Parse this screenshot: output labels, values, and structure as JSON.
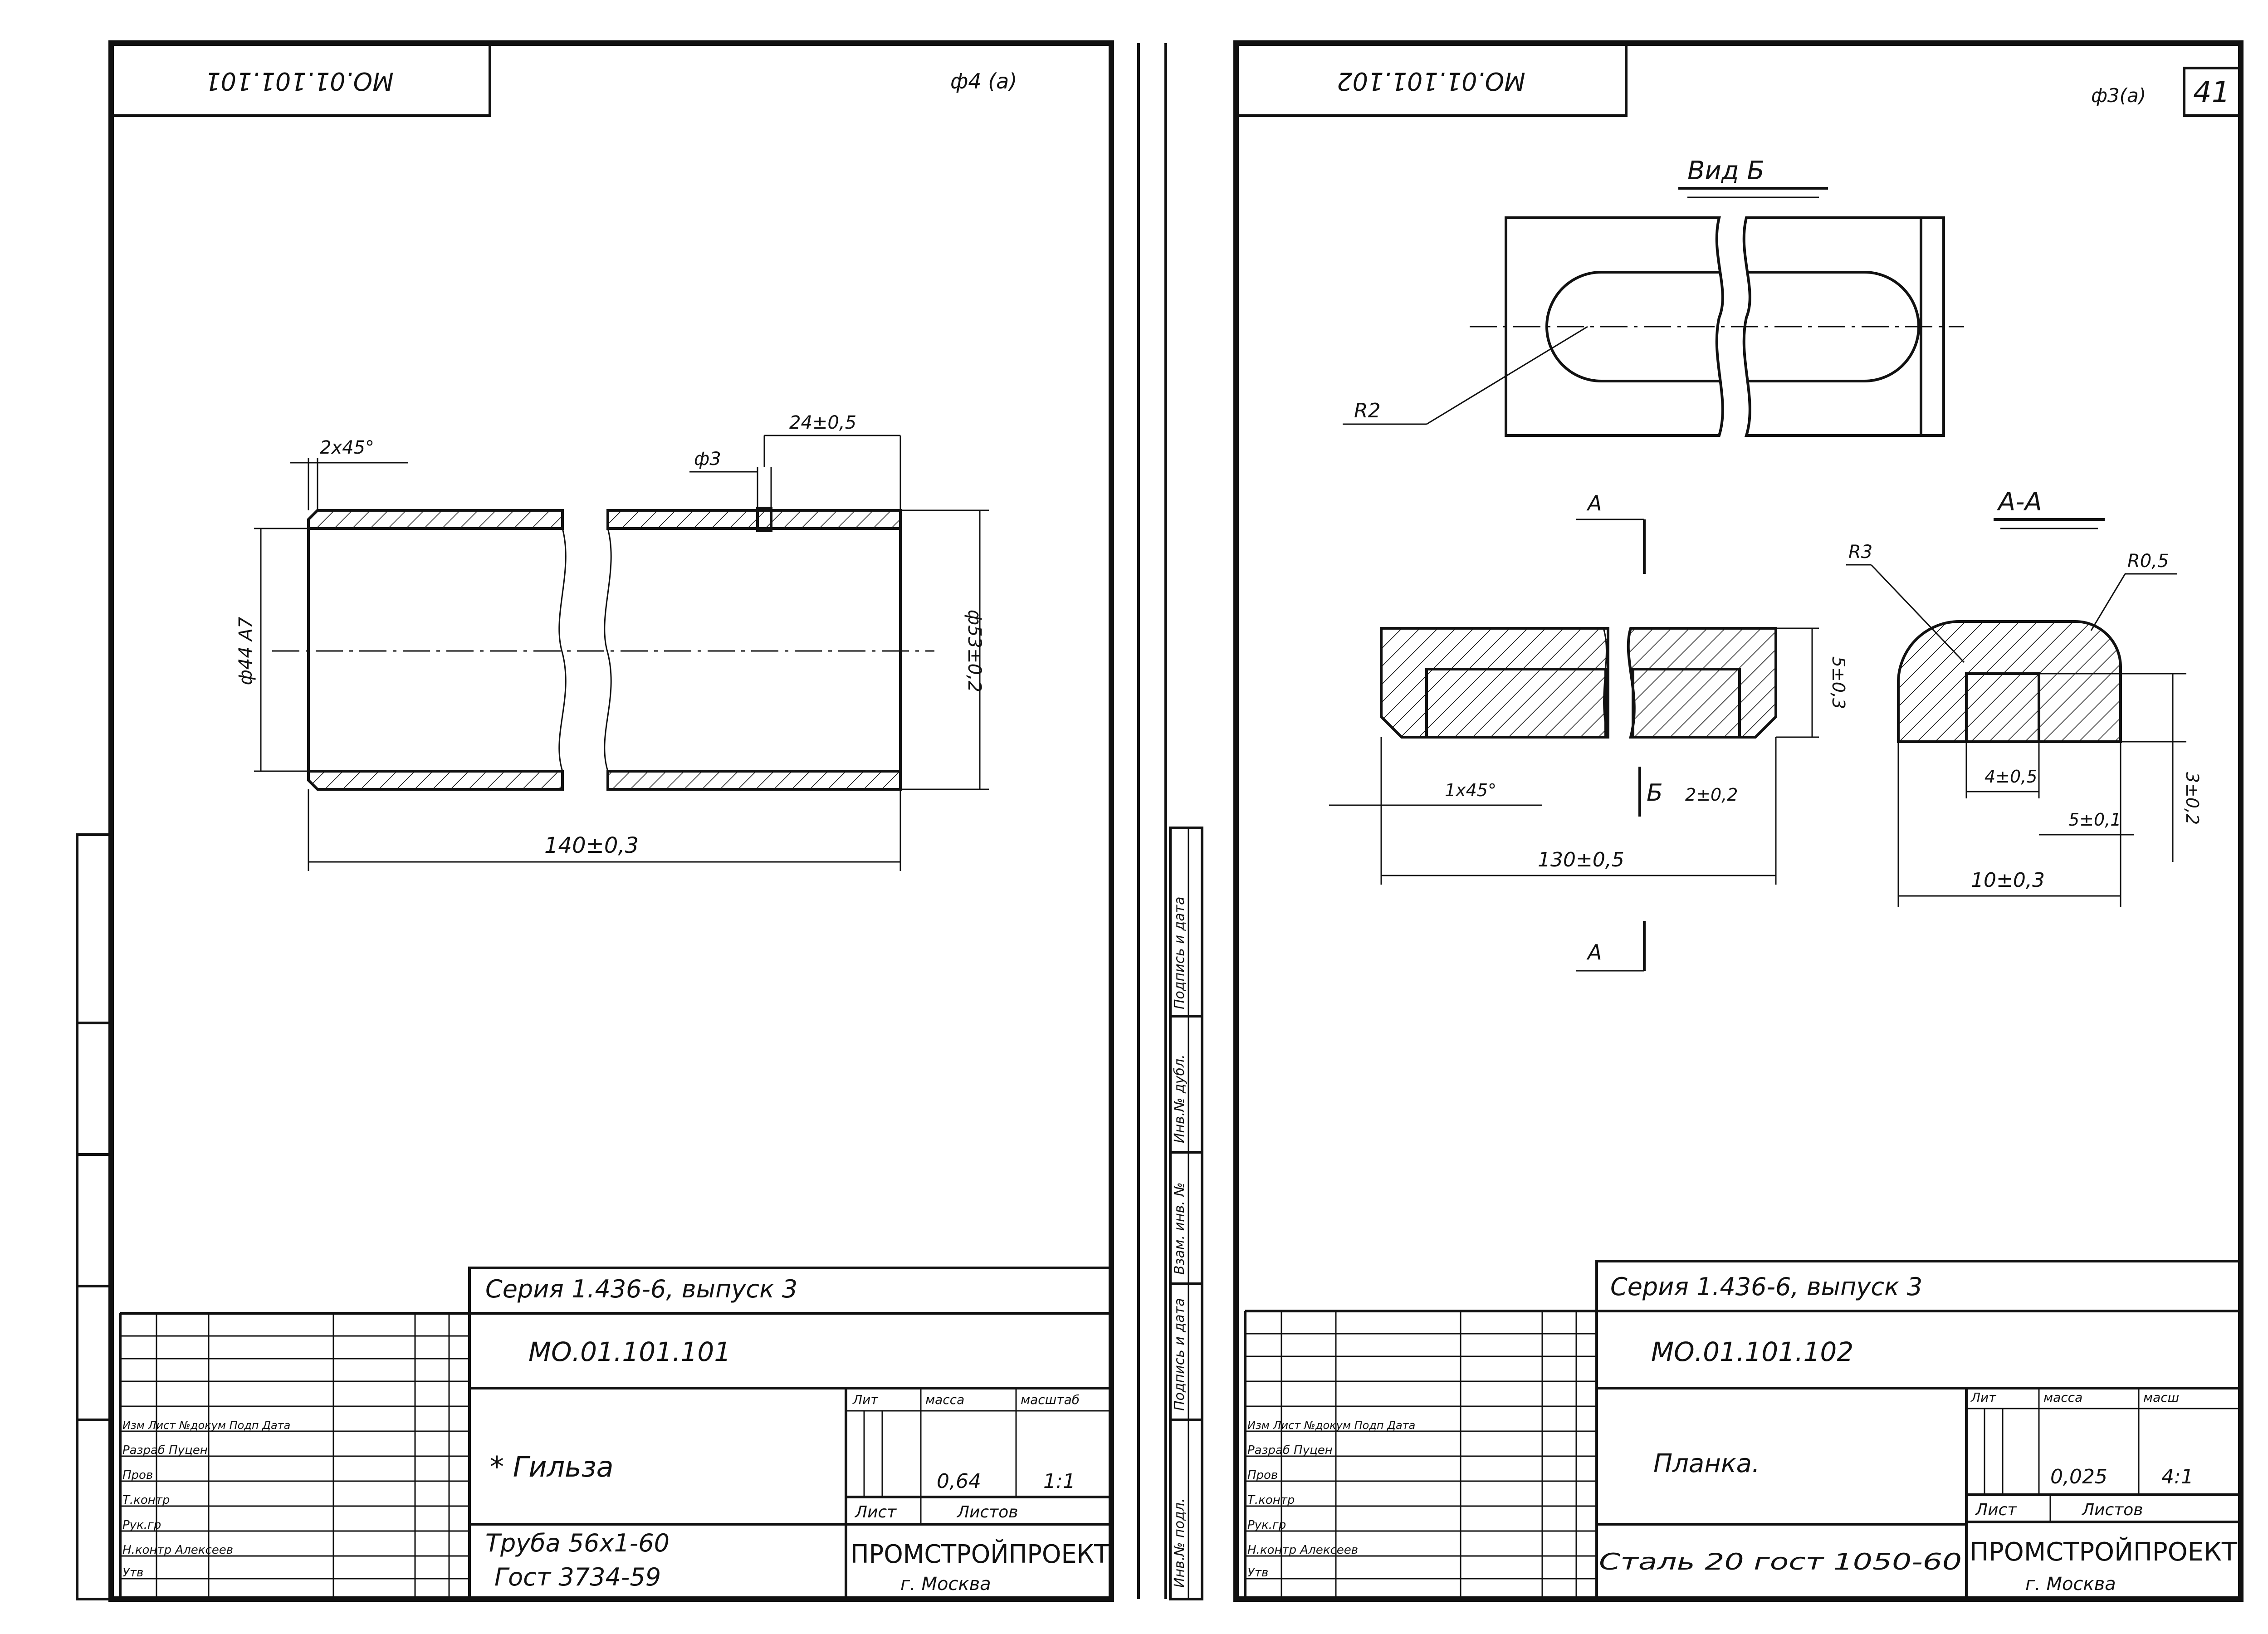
{
  "left_sheet": {
    "stamp_code": "МО.01.101.101",
    "format": "ф4 (а)",
    "dims": {
      "chamfer": "2х45°",
      "groove_diam": "ф3",
      "groove_pos": "24±0,5",
      "inner_diam": "ф44 А7",
      "outer_diam": "ф53±0,2",
      "length": "140±0,3"
    },
    "title_block": {
      "series": "Серия 1.436-6, выпуск 3",
      "code": "МО.01.101.101",
      "name": "* Гильза",
      "material_line1": "Труба 56х1-60",
      "material_line2": "Гост 3734-59",
      "col_lit": "Лит",
      "col_mass": "масса",
      "col_scale": "масштаб",
      "mass": "0,64",
      "scale": "1:1",
      "col_sheet": "Лист",
      "col_sheets": "Листов",
      "org": "ПРОМСТРОЙПРОЕКТ",
      "city": "г. Москва",
      "rows": [
        "Изм Лист №докум Подп Дата",
        "Разраб Пуцен",
        "Пров",
        "Т.контр",
        "Рук.гр",
        "Н.контр Алексеев",
        "Утв"
      ]
    }
  },
  "right_sheet": {
    "stamp_code": "МО.01.101.102",
    "format": "ф3(а)",
    "page_number": "41",
    "view_label": "Вид Б",
    "section_label": "А-А",
    "dims": {
      "radius_r2": "R2",
      "cut_a_top": "А",
      "cut_a_bottom": "А",
      "radius_r3": "R3",
      "radius_r05": "R0,5",
      "height": "5±0,3",
      "chamfer": "1х45°",
      "view_b_arrow": "Б",
      "slot_width": "2±0,2",
      "length": "130±0,5",
      "inner_w": "4±0,5",
      "slot_pos": "5±0,1",
      "width": "10±0,3",
      "small_h": "3±0,2"
    },
    "title_block": {
      "series": "Серия 1.436-6,   выпуск 3",
      "code": "МО.01.101.102",
      "name": "Планка.",
      "material": "Сталь 20 гост 1050-60",
      "col_lit": "Лит",
      "col_mass": "масса",
      "col_scale": "масш",
      "mass": "0,025",
      "scale": "4:1",
      "col_sheet": "Лист",
      "col_sheets": "Листов",
      "org": "ПРОМСТРОЙПРОЕКТ",
      "city": "г. Москва",
      "rows": [
        "Изм Лист №докум Подп Дата",
        "Разраб Пуцен",
        "Пров",
        "Т.контр",
        "Рук.гр",
        "Н.контр Алексеев",
        "Утв"
      ]
    }
  },
  "side_stamp": {
    "c1": "Инв.№ подл.",
    "c2": "Подпись и дата",
    "c3": "Взам. инв. №",
    "c4": "Инв.№ дубл.",
    "c5": "Подпись и дата"
  }
}
